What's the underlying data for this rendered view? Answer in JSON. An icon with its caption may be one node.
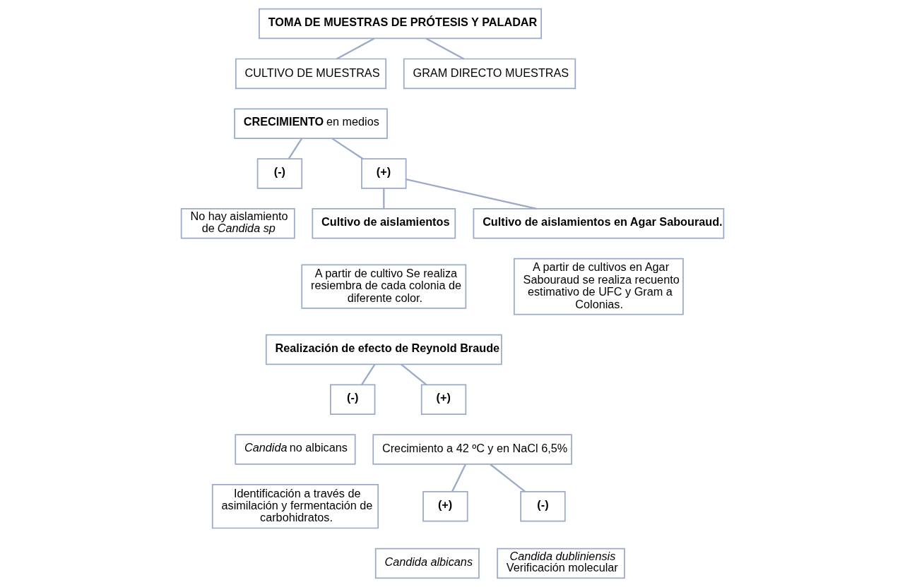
{
  "diagram": {
    "nodes": [
      {
        "text": [
          "TOMA DE MUESTRAS DE PRÓTESIS Y PALADAR"
        ]
      },
      {
        "text": [
          "CULTIVO DE MUESTRAS"
        ]
      },
      {
        "text": [
          "GRAM DIRECTO MUESTRAS"
        ]
      },
      {
        "text": [
          "**CRECIMIENTO** en medios"
        ]
      },
      {
        "text": [
          "(-)"
        ]
      },
      {
        "text": [
          "(+)"
        ]
      },
      {
        "text": [
          "No hay aislamiento de *Candida sp*"
        ]
      },
      {
        "text": [
          "Cultivo de aislamientos"
        ]
      },
      {
        "text": [
          "Cultivo de aislamientos en Agar Sabouraud."
        ]
      },
      {
        "text": [
          "A partir de cultivo Se realiza resiembra de cada colonia de diferente color."
        ]
      },
      {
        "text": [
          "A partir de cultivos en Agar Sabouraud se realiza recuento estimativo de UFC y Gram a Colonias."
        ]
      },
      {
        "text": [
          "Realización de efecto de Reynold Braude"
        ]
      },
      {
        "text": [
          "(-)"
        ]
      },
      {
        "text": [
          "(+)"
        ]
      },
      {
        "text": [
          "*Candida* no albicans"
        ]
      },
      {
        "text": [
          "Identificación a través de asimilación y fermentación de carbohidratos."
        ]
      },
      {
        "text": [
          "Crecimiento a 42 ºC y en NaCl 6,5%"
        ]
      },
      {
        "text": [
          "(+)"
        ]
      },
      {
        "text": [
          "(-)"
        ]
      },
      {
        "text": [
          "*Candida albicans*"
        ]
      },
      {
        "text": [
          "*Candida dubliniensis*",
          "Verificación molecular"
        ]
      }
    ],
    "edges": [
      {
        "from": 0,
        "to": 1,
        "arrow": "none"
      },
      {
        "from": 0,
        "to": 2,
        "arrow": "none"
      },
      {
        "from": 3,
        "to": 4,
        "arrow": "none"
      },
      {
        "from": 3,
        "to": 5,
        "arrow": "none"
      },
      {
        "from": 5,
        "to": 7,
        "arrow": "none"
      },
      {
        "from": 5,
        "to": 8,
        "arrow": "none"
      },
      {
        "from": 11,
        "to": 12,
        "arrow": "none"
      },
      {
        "from": 11,
        "to": 13,
        "arrow": "none"
      },
      {
        "from": 16,
        "to": 17,
        "arrow": "none"
      },
      {
        "from": 16,
        "to": 18,
        "arrow": "none"
      }
    ]
  }
}
